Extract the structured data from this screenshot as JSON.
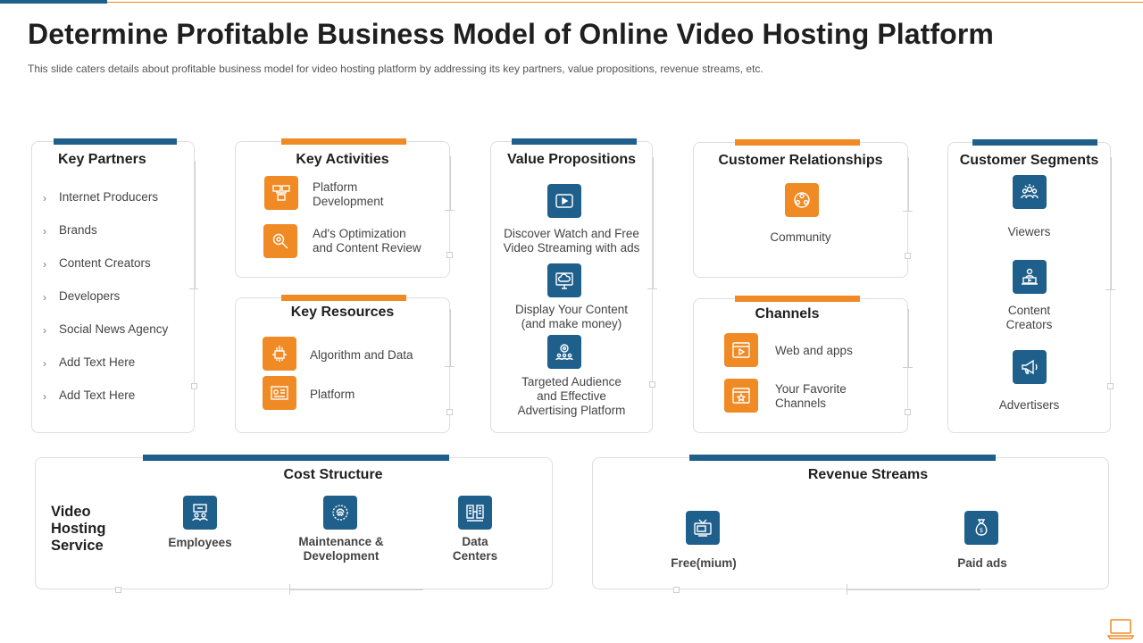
{
  "header": {
    "title": "Determine Profitable Business Model of Online Video Hosting Platform",
    "subtitle": "This slide caters details about profitable business model for video hosting platform by addressing its key partners, value propositions, revenue streams, etc."
  },
  "key_partners": {
    "title": "Key Partners",
    "items": [
      "Internet Producers",
      "Brands",
      "Content Creators",
      "Developers",
      "Social News Agency",
      "Add Text Here",
      "Add Text Here"
    ]
  },
  "key_activities": {
    "title": "Key Activities",
    "items": [
      {
        "line1": "Platform",
        "line2": "Development",
        "icon": "server-icon"
      },
      {
        "line1": "Ad's Optimization",
        "line2": "and Content Review",
        "icon": "magnifier-gear-icon"
      }
    ]
  },
  "key_resources": {
    "title": "Key Resources",
    "items": [
      {
        "label": "Algorithm and Data",
        "icon": "network-chip-icon"
      },
      {
        "label": "Platform",
        "icon": "dashboard-icon"
      }
    ]
  },
  "value_propositions": {
    "title": "Value Propositions",
    "items": [
      {
        "line1": "Discover Watch and Free",
        "line2": "Video Streaming with ads",
        "line3": "",
        "icon": "video-play-icon"
      },
      {
        "line1": "Display Your Content",
        "line2": "(and make money)",
        "line3": "",
        "icon": "cloud-monitor-icon"
      },
      {
        "line1": "Targeted Audience",
        "line2": "and Effective",
        "line3": "Advertising Platform",
        "icon": "target-audience-icon"
      }
    ]
  },
  "customer_relationships": {
    "title": "Customer Relationships",
    "items": [
      {
        "label": "Community",
        "icon": "community-icon"
      }
    ]
  },
  "channels": {
    "title": "Channels",
    "items": [
      {
        "line1": "Web and apps",
        "line2": "",
        "icon": "play-window-icon"
      },
      {
        "line1": "Your Favorite",
        "line2": "Channels",
        "icon": "star-window-icon"
      }
    ]
  },
  "customer_segments": {
    "title": "Customer Segments",
    "items": [
      {
        "line1": "Viewers",
        "line2": "",
        "icon": "group-icon"
      },
      {
        "line1": "Content",
        "line2": "Creators",
        "icon": "creator-laptop-icon"
      },
      {
        "line1": "Advertisers",
        "line2": "",
        "icon": "megaphone-icon"
      }
    ]
  },
  "cost_structure": {
    "title": "Cost Structure",
    "service_line1": "Video",
    "service_line2": "Hosting",
    "service_line3": "Service",
    "items": [
      {
        "line1": "Employees",
        "line2": "",
        "icon": "employees-icon"
      },
      {
        "line1": "Maintenance &",
        "line2": "Development",
        "icon": "fingerprint-gear-icon"
      },
      {
        "line1": "Data",
        "line2": "Centers",
        "icon": "data-center-icon"
      }
    ]
  },
  "revenue_streams": {
    "title": "Revenue Streams",
    "items": [
      {
        "label": "Free(mium)",
        "icon": "tv-icon"
      },
      {
        "label": "Paid ads",
        "icon": "money-bag-icon"
      }
    ]
  },
  "colors": {
    "blue": "#1f5f8b",
    "orange": "#f08a24",
    "border": "#dedede"
  }
}
